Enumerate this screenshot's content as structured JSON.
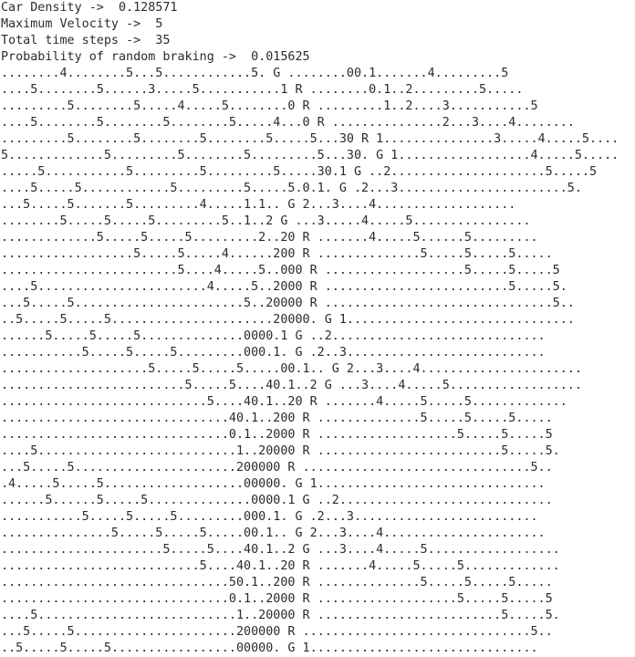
{
  "header": {
    "density_line": "Car Density ->  0.128571",
    "velocity_line": "Maximum Velocity ->  5",
    "steps_line": "Total time steps ->  35",
    "braking_line": "Probability of random braking ->  0.015625"
  },
  "rows": [
    "........4........5...5............5. G ........00.1.......4.........5",
    "....5........5......3.....5...........1 R ........0.1..2.........5.....",
    ".........5........5.....4.....5........0 R .........1..2....3...........5",
    "....5........5........5........5.....4...0 R ...............2...3....4........",
    ".........5........5........5........5.....5...30 R 1...............3.....4.....5....",
    "5.............5.........5........5.........5...30. G 1..................4.....5.....",
    ".....5...........5.........5.........5.....30.1 G ..2.....................5.....5",
    "....5.....5............5.........5.....5.0.1. G .2...3.......................5.",
    "...5.....5.......5.........4.....1.1.. G 2...3....4...................",
    "........5.....5.....5.........5..1..2 G ...3.....4.....5................",
    ".............5.....5.....5.........2..20 R .......4.....5......5.........",
    "..................5.....5.....4......200 R ..............5.....5.....5.....",
    "........................5....4.....5..000 R ...................5.....5.....5",
    "....5.......................4.....5..2000 R .........................5.....5.",
    "...5.....5.......................5..20000 R ...............................5..",
    "..5.....5.....5......................20000. G 1...............................",
    "......5.....5.....5..............0000.1 G ..2.............................",
    "...........5.....5.....5.........000.1. G .2..3...........................",
    "....................5.....5.....5.....00.1.. G 2...3....4......................",
    ".........................5.....5....40.1..2 G ...3....4.....5..................",
    "............................5....40.1..20 R .......4.....5.....5.............",
    "...............................40.1..200 R ..............5.....5.....5.....",
    "...............................0.1..2000 R ...................5.....5.....5",
    "....5...........................1..20000 R .........................5.....5.",
    "...5.....5......................200000 R ...............................5..",
    ".4.....5.....5...................00000. G 1...............................",
    "......5......5.....5..............0000.1 G ..2.............................",
    "...........5.....5.....5.........000.1. G .2...3.........................",
    "...............5.....5.....5.....00.1.. G 2...3....4......................",
    "......................5.....5....40.1..2 G ...3....4.....5..................",
    "...........................5....40.1..20 R .......4.....5.....5.............",
    "...............................50.1..200 R ..............5.....5.....5.....",
    "...............................0.1..2000 R ...................5.....5.....5",
    "....5...........................1..20000 R .........................5.....5.",
    "...5.....5......................200000 R ...............................5..",
    "..5.....5.....5.................00000. G 1..............................."
  ]
}
